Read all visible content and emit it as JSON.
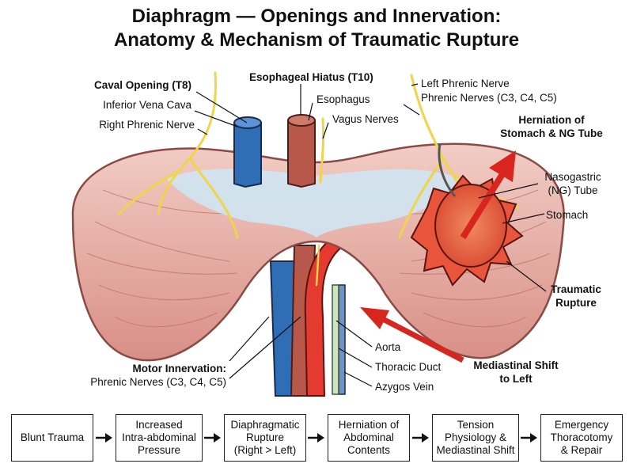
{
  "title": {
    "line1": "Diaphragm — Openings and Innervation:",
    "line2": "Anatomy & Mechanism of Traumatic Rupture"
  },
  "labels": {
    "caval_opening": "Caval Opening (T8)",
    "inferior_vena_cava": "Inferior Vena Cava",
    "right_phrenic_nerve": "Right Phrenic Nerve",
    "esophageal_hiatus": "Esophageal Hiatus (T10)",
    "esophagus": "Esophagus",
    "vagus_nerves": "Vagus Nerves",
    "left_phrenic_nerve": "Left Phrenic Nerve",
    "phrenic_nerves_top": "Phrenic Nerves (C3, C4, C5)",
    "herniation_line1": "Herniation of",
    "herniation_line2": "Stomach & NG Tube",
    "ng_tube_line1": "Nasogastric",
    "ng_tube_line2": "(NG) Tube",
    "stomach": "Stomach",
    "traumatic_line1": "Traumatic",
    "traumatic_line2": "Rupture",
    "mediastinal_line1": "Mediastinal Shift",
    "mediastinal_line2": "to Left",
    "aorta": "Aorta",
    "thoracic_duct": "Thoracic Duct",
    "azygos_vein": "Azygos Vein",
    "motor_innervation": "Motor Innervation:",
    "phrenic_nerves_bottom": "Phrenic Nerves (C3, C4, C5)"
  },
  "flow": [
    {
      "line1": "Blunt Trauma",
      "line2": "",
      "line3": ""
    },
    {
      "line1": "Increased",
      "line2": "Intra-abdominal",
      "line3": "Pressure"
    },
    {
      "line1": "Diaphragmatic",
      "line2": "Rupture",
      "line3": "(Right > Left)"
    },
    {
      "line1": "Herniation of",
      "line2": "Abdominal",
      "line3": "Contents"
    },
    {
      "line1": "Tension",
      "line2": "Physiology &",
      "line3": "Mediastinal Shift"
    },
    {
      "line1": "Emergency",
      "line2": "Thoracotomy",
      "line3": "& Repair"
    }
  ],
  "colors": {
    "muscle": "#e9b6ad",
    "muscle_edge": "#8a4a45",
    "tendon": "#cfe6f3",
    "vena_cava": "#2f6db5",
    "aorta": "#e53a2f",
    "esophagus": "#b8584a",
    "nerve": "#f0d44a",
    "stomach": "#e8553a",
    "arrow": "#d8261e"
  }
}
